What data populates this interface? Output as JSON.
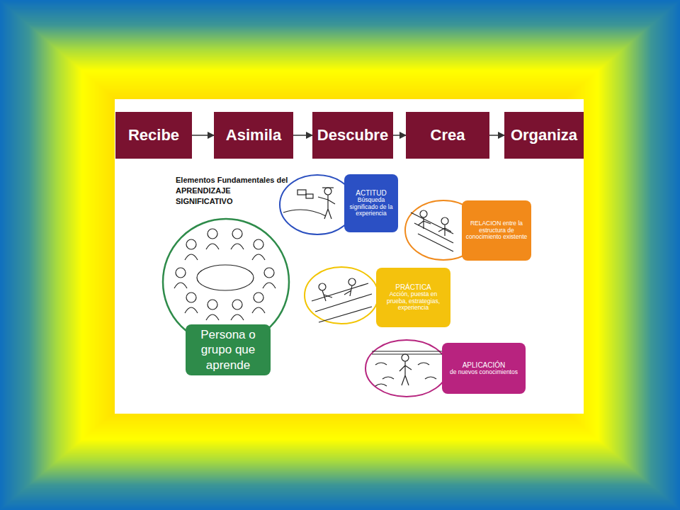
{
  "diagram": {
    "title": "Elementos Fundamentales del APRENDIZAJE SIGNIFICATIVO",
    "nodes": [
      {
        "text": [
          "Recibe"
        ]
      },
      {
        "text": [
          "Asimila"
        ]
      },
      {
        "text": [
          "Descubre"
        ]
      },
      {
        "text": [
          "Crea"
        ]
      },
      {
        "text": [
          "Organiza"
        ]
      },
      {
        "text": [
          "ACTITUD",
          "Búsqueda significado de la experiencia"
        ]
      },
      {
        "text": [
          "RELACION entre la estructura de conocimiento existente"
        ]
      },
      {
        "text": [
          "PRÁCTICA",
          "Acción, puesta en prueba, estrategias, experiencia"
        ]
      },
      {
        "text": [
          "Persona o grupo que aprende"
        ]
      },
      {
        "text": [
          "APLICACIÓN",
          "de nuevos conocimientos"
        ]
      }
    ],
    "edges": [
      {
        "from": 0,
        "to": 1,
        "arrow": "to"
      },
      {
        "from": 1,
        "to": 2,
        "arrow": "to"
      },
      {
        "from": 2,
        "to": 3,
        "arrow": "to"
      },
      {
        "from": 3,
        "to": 4,
        "arrow": "to"
      }
    ]
  }
}
